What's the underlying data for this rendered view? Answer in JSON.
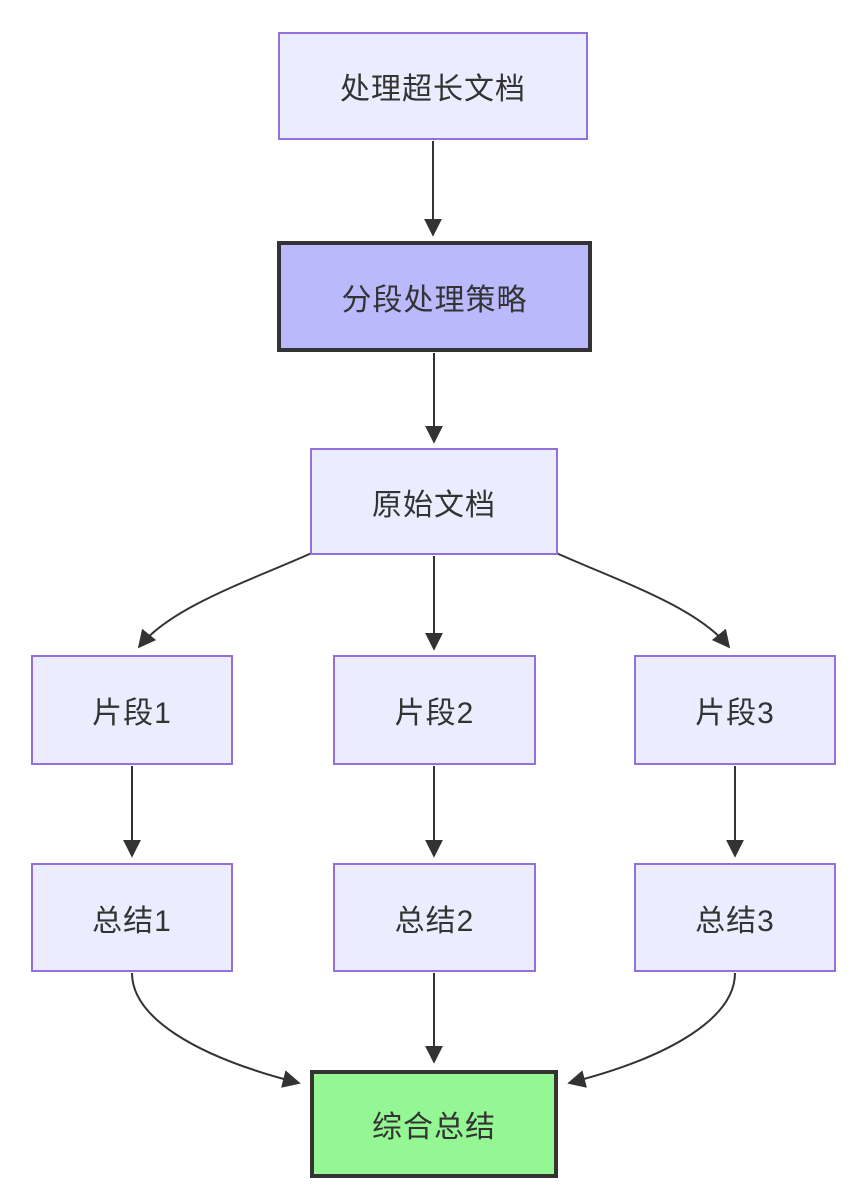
{
  "diagram": {
    "type": "flowchart",
    "direction": "top-down",
    "nodes": {
      "process_doc": {
        "label": "处理超长文档"
      },
      "strategy": {
        "label": "分段处理策略"
      },
      "original": {
        "label": "原始文档"
      },
      "segment1": {
        "label": "片段1"
      },
      "segment2": {
        "label": "片段2"
      },
      "segment3": {
        "label": "片段3"
      },
      "summary1": {
        "label": "总结1"
      },
      "summary2": {
        "label": "总结2"
      },
      "summary3": {
        "label": "总结3"
      },
      "final_summary": {
        "label": "综合总结"
      }
    },
    "edges": [
      {
        "from": "process_doc",
        "to": "strategy"
      },
      {
        "from": "strategy",
        "to": "original"
      },
      {
        "from": "original",
        "to": "segment1"
      },
      {
        "from": "original",
        "to": "segment2"
      },
      {
        "from": "original",
        "to": "segment3"
      },
      {
        "from": "segment1",
        "to": "summary1"
      },
      {
        "from": "segment2",
        "to": "summary2"
      },
      {
        "from": "segment3",
        "to": "summary3"
      },
      {
        "from": "summary1",
        "to": "final_summary"
      },
      {
        "from": "summary2",
        "to": "final_summary"
      },
      {
        "from": "summary3",
        "to": "final_summary"
      }
    ],
    "colors": {
      "node_fill": "#ECECFF",
      "node_border": "#9370DB",
      "accent_fill": "#B9B9FB",
      "accent_border": "#333333",
      "result_fill": "#94F794",
      "result_border": "#333333",
      "edge_color": "#333333",
      "text_color": "#333333"
    }
  }
}
